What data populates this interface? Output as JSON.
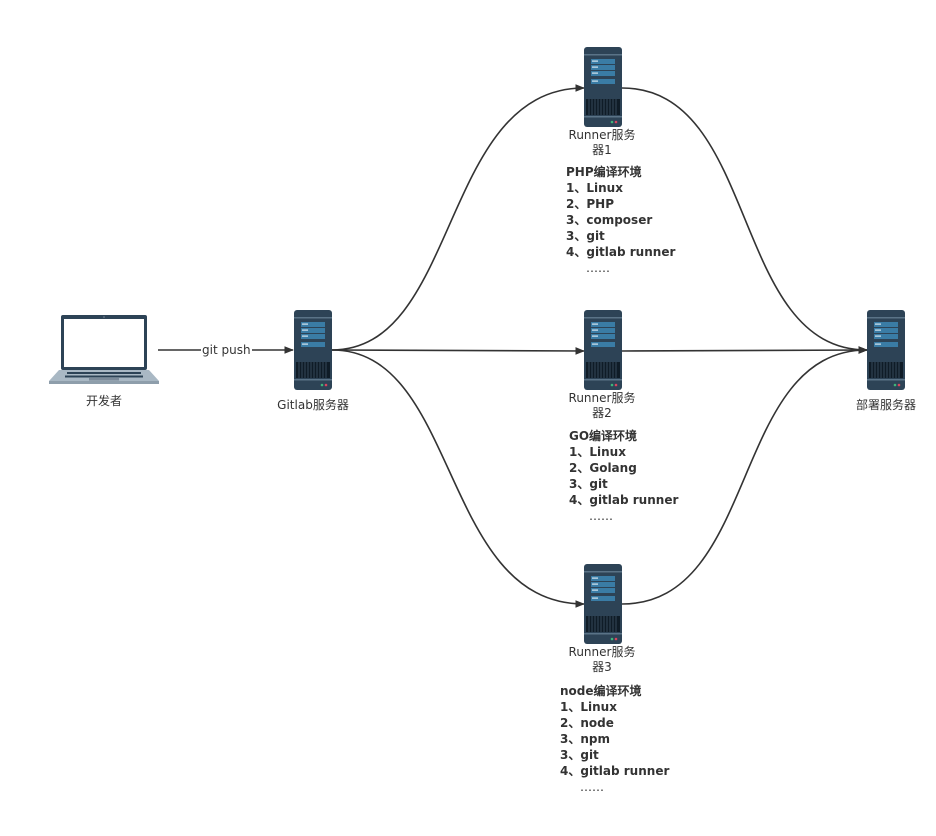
{
  "nodes": {
    "developer": {
      "label": "开发者",
      "icon": "laptop-icon"
    },
    "gitlab": {
      "label": "Gitlab服务器",
      "icon": "server-icon"
    },
    "runner1": {
      "label": "Runner服务器1",
      "icon": "server-icon"
    },
    "runner2": {
      "label": "Runner服务器2",
      "icon": "server-icon"
    },
    "runner3": {
      "label": "Runner服务器3",
      "icon": "server-icon"
    },
    "deploy": {
      "label": "部署服务器",
      "icon": "server-icon"
    }
  },
  "edges": [
    {
      "from": "developer",
      "to": "gitlab",
      "label": "git push"
    },
    {
      "from": "gitlab",
      "to": "runner1",
      "label": ""
    },
    {
      "from": "gitlab",
      "to": "runner2",
      "label": ""
    },
    {
      "from": "gitlab",
      "to": "runner3",
      "label": ""
    },
    {
      "from": "runner1",
      "to": "deploy",
      "label": ""
    },
    {
      "from": "runner2",
      "to": "deploy",
      "label": ""
    },
    {
      "from": "runner3",
      "to": "deploy",
      "label": ""
    }
  ],
  "environments": {
    "php": {
      "title": "PHP编译环境",
      "items": [
        "1、Linux",
        "2、PHP",
        "3、composer",
        "3、git",
        "4、gitlab runner"
      ],
      "ellipsis": "……"
    },
    "go": {
      "title": "GO编译环境",
      "items": [
        "1、Linux",
        "2、Golang",
        "3、git",
        "4、gitlab runner"
      ],
      "ellipsis": "……"
    },
    "node": {
      "title": "node编译环境",
      "items": [
        "1、Linux",
        "2、node",
        "3、npm",
        "3、git",
        "4、gitlab runner"
      ],
      "ellipsis": "……"
    }
  },
  "colors": {
    "edge": "#333333",
    "server_body": "#2d4356",
    "server_panel": "#3a7ca5",
    "led_green": "#3fb57a",
    "led_red": "#d9455f"
  }
}
